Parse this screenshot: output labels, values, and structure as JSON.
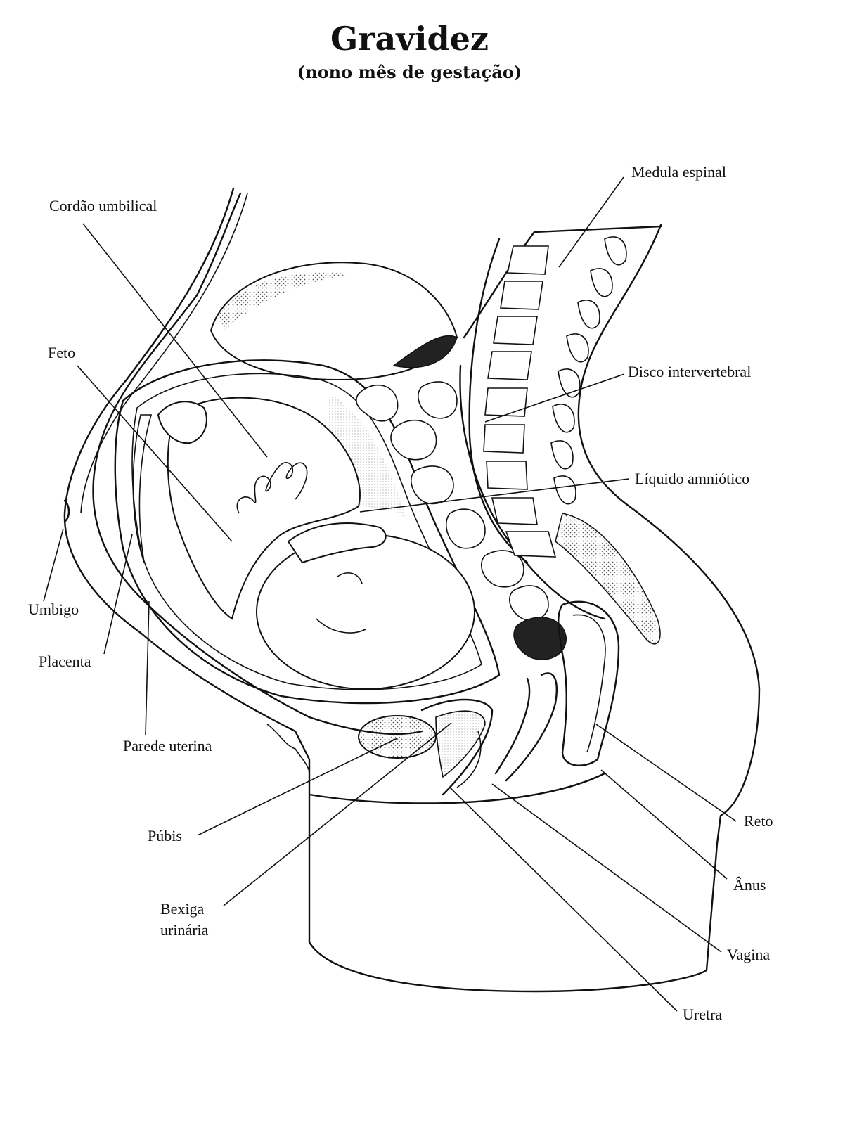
{
  "title": "Gravidez",
  "subtitle": "(nono mês de gestação)",
  "labels": {
    "medula_espinal": "Medula espinal",
    "cordao_umbilical": "Cordão umbilical",
    "feto": "Feto",
    "disco_intervertebral": "Disco intervertebral",
    "liquido_amniotico": "Líquido amniótico",
    "umbigo": "Umbigo",
    "placenta": "Placenta",
    "parede_uterina": "Parede uterina",
    "pubis": "Púbis",
    "bexiga_1": "Bexiga",
    "bexiga_2": "urinária",
    "reto": "Reto",
    "anus": "Ânus",
    "vagina": "Vagina",
    "uretra": "Uretra"
  }
}
